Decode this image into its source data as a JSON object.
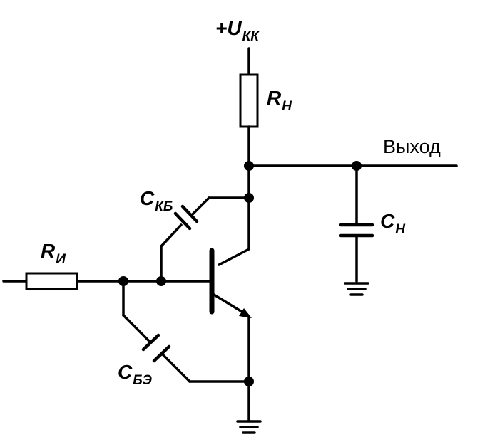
{
  "labels": {
    "supply": {
      "main": "+U",
      "sub": "КК"
    },
    "load_resistor": {
      "main": "R",
      "sub": "Н"
    },
    "output": "Выход",
    "load_capacitor": {
      "main": "C",
      "sub": "Н"
    },
    "source_resistor": {
      "main": "R",
      "sub": "И"
    },
    "cap_cb": {
      "main": "C",
      "sub": "КБ"
    },
    "cap_be": {
      "main": "C",
      "sub": "БЭ"
    }
  }
}
